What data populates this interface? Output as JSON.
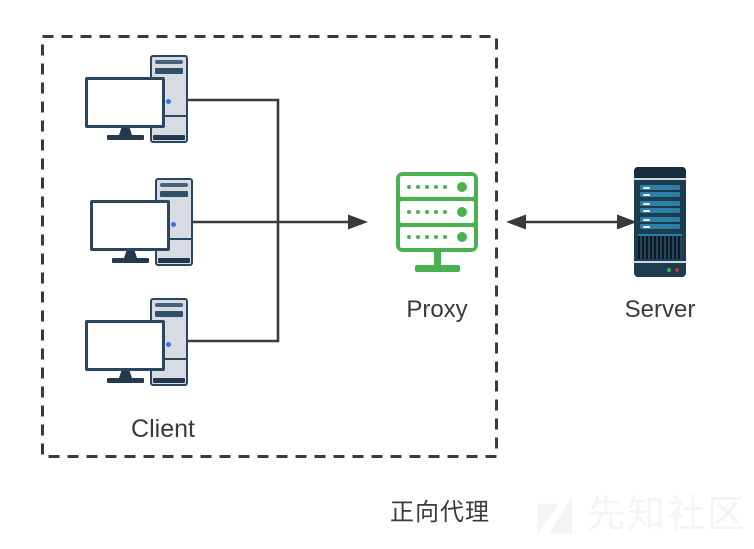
{
  "diagram": {
    "title": "正向代理",
    "labels": {
      "client": "Client",
      "proxy": "Proxy",
      "server": "Server"
    },
    "watermark": {
      "text": "先知社区"
    },
    "nodes": [
      {
        "id": "client-1",
        "icon": "desktop-computer-icon"
      },
      {
        "id": "client-2",
        "icon": "desktop-computer-icon"
      },
      {
        "id": "client-3",
        "icon": "desktop-computer-icon"
      },
      {
        "id": "proxy",
        "icon": "server-rack-icon"
      },
      {
        "id": "server",
        "icon": "server-tower-icon"
      }
    ],
    "edges": [
      {
        "from": "client-1",
        "to": "proxy",
        "type": "arrow-right"
      },
      {
        "from": "client-2",
        "to": "proxy",
        "type": "arrow-right"
      },
      {
        "from": "client-3",
        "to": "proxy",
        "type": "arrow-right"
      },
      {
        "from": "proxy",
        "to": "server",
        "type": "arrow-both"
      }
    ],
    "colors": {
      "proxy-green": "#4bb04f",
      "server-navy": "#1e3c50",
      "server-bar": "#2c7fa5",
      "line-dark": "#3a3a3a",
      "tower-fill": "#d7dce3",
      "tower-outline": "#2b4660",
      "blue-dot": "#3d72d9",
      "label-text": "#3a3a3a",
      "led-green": "#3cb54a",
      "led-red": "#b5373e",
      "wm-gray": "#f3f4f6"
    }
  }
}
